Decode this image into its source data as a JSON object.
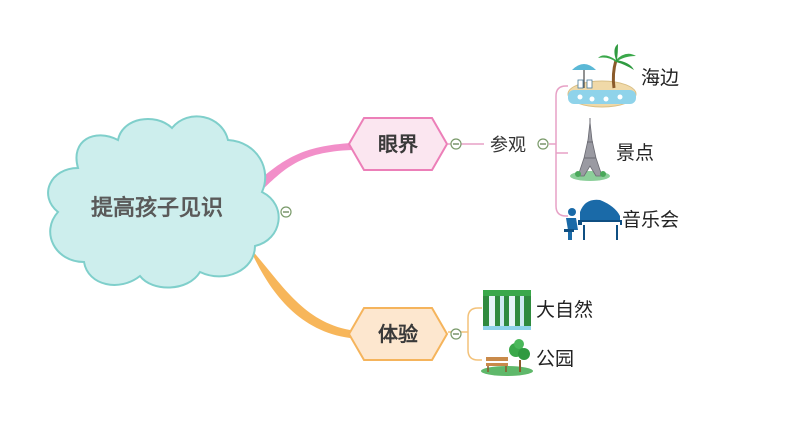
{
  "root": {
    "label": "提高孩子见识"
  },
  "branches": [
    {
      "label": "眼界",
      "children": [
        {
          "label": "参观",
          "leaves": [
            {
              "label": "海边",
              "icon": "beach-icon"
            },
            {
              "label": "景点",
              "icon": "eiffel-tower-icon"
            },
            {
              "label": "音乐会",
              "icon": "piano-icon"
            }
          ]
        }
      ]
    },
    {
      "label": "体验",
      "leaves": [
        {
          "label": "大自然",
          "icon": "waterfall-icon"
        },
        {
          "label": "公园",
          "icon": "park-bench-icon"
        }
      ]
    }
  ],
  "colors": {
    "cloud_fill": "#cdeeed",
    "cloud_stroke": "#7fcfcb",
    "branch1_connector": "#f28fc9",
    "branch1_fill": "#fbe6f0",
    "branch1_stroke": "#ec7fb8",
    "branch2_connector": "#f7b65a",
    "branch2_fill": "#fde7cf",
    "branch2_stroke": "#f5b45c"
  }
}
